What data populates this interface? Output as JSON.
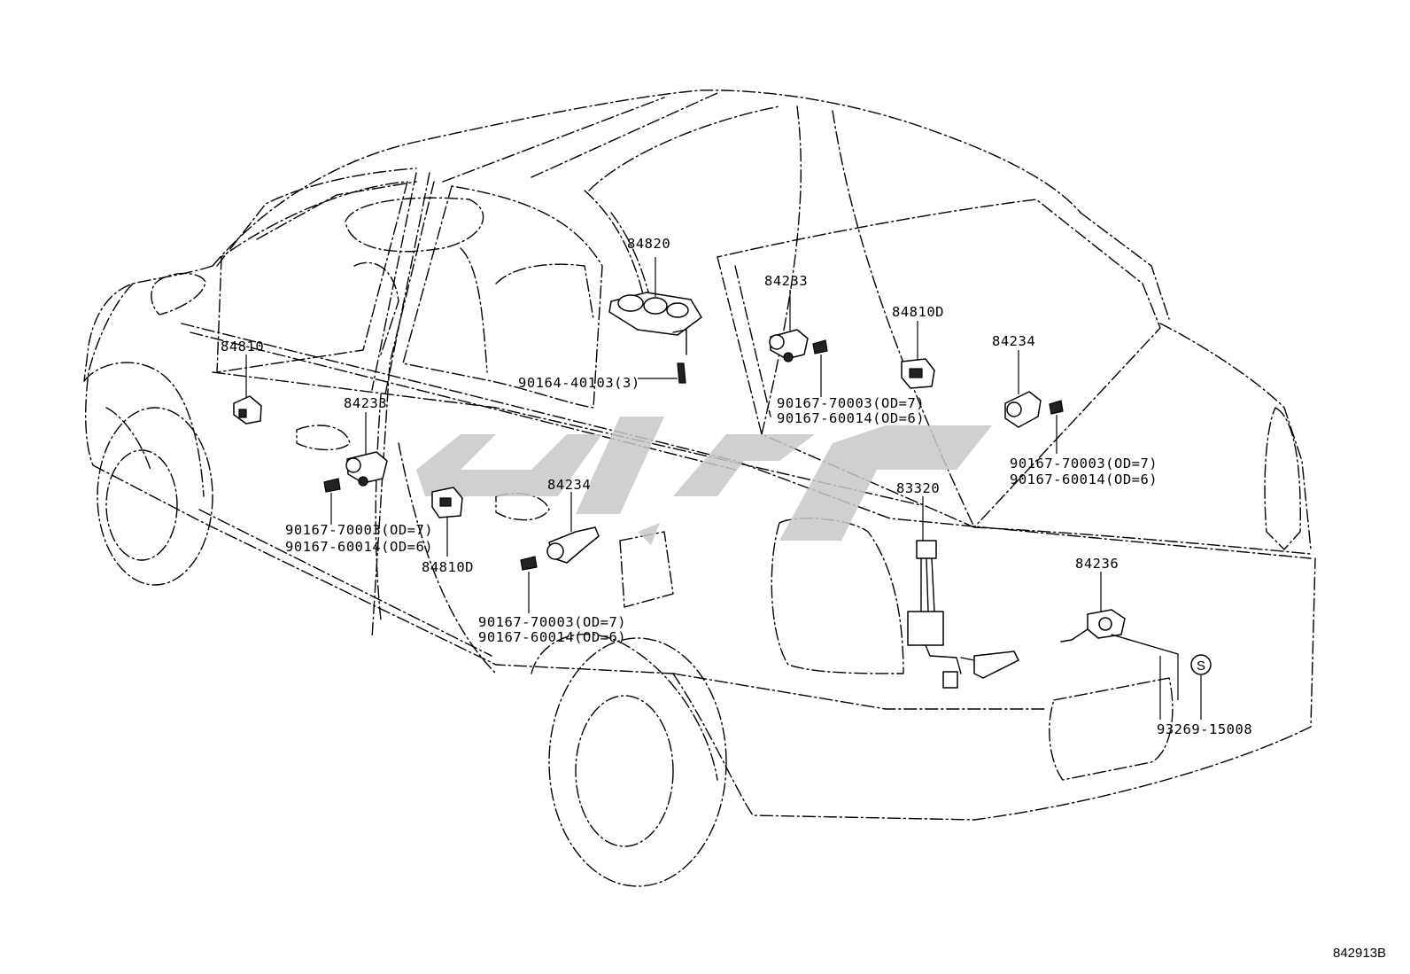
{
  "diagram": {
    "ref_code": "842913B",
    "symbol_s": "S",
    "labels": {
      "p84820": "84820",
      "p84810": "84810",
      "p84233_front": "84233",
      "p84233_rear": "84233",
      "p84810d_front": "84810D",
      "p84810d_rear": "84810D",
      "p84234_front": "84234",
      "p84234_rear": "84234",
      "p83320": "83320",
      "p84236": "84236",
      "screw_84820": "90164-40103(3)",
      "bolt_front_a": "90167-70003(OD=7)",
      "bolt_front_b": "90167-60014(OD=6)",
      "bolt_rear_a": "90167-70003(OD=7)",
      "bolt_rear_b": "90167-60014(OD=6)",
      "bolt_mid_a": "90167-70003(OD=7)",
      "bolt_mid_b": "90167-60014(OD=6)",
      "bolt_tail_a": "90167-70003(OD=7)",
      "bolt_tail_b": "90167-60014(OD=6)",
      "clip_93269": "93269-15008"
    }
  }
}
